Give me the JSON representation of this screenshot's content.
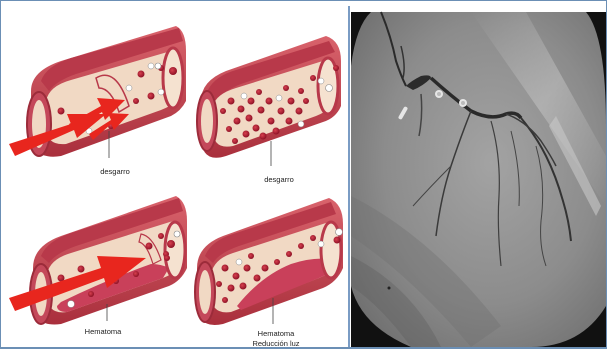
{
  "illustration": {
    "panel_top_left_label": "desgarro",
    "panel_top_right_label": "desgarro",
    "panel_bottom_left_label": "Hematoma",
    "panel_bottom_right_label_line1": "Hematoma",
    "panel_bottom_right_label_line2": "Reducción luz"
  },
  "colors": {
    "vessel_outer": "#c0434f",
    "vessel_inner": "#f1d9c4",
    "blood_cell": "#b3203a",
    "arrow": "#e8261e",
    "hematoma": "#c9405a",
    "angiogram_bg": "#8c8c8c",
    "frame": "#6b8fb5"
  }
}
